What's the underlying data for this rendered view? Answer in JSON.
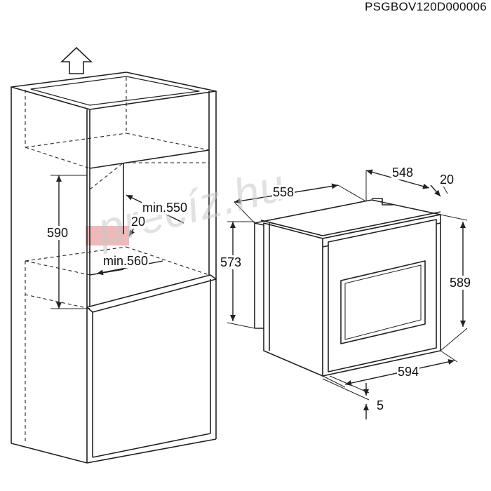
{
  "document_code": "PSGBOV120D000006",
  "watermark": "precíz.hu",
  "dimensions": {
    "cabinet": {
      "height_opening": "590",
      "min_width": "min.560",
      "min_depth": "min.550",
      "back_gap": "20"
    },
    "oven": {
      "width": "558",
      "depth": "548",
      "height": "573",
      "total_height": "589",
      "front_width": "594",
      "door_offset": "20",
      "bottom": "5"
    }
  },
  "colors": {
    "line": "#222222",
    "watermark_accent": "#e9a7a7"
  }
}
